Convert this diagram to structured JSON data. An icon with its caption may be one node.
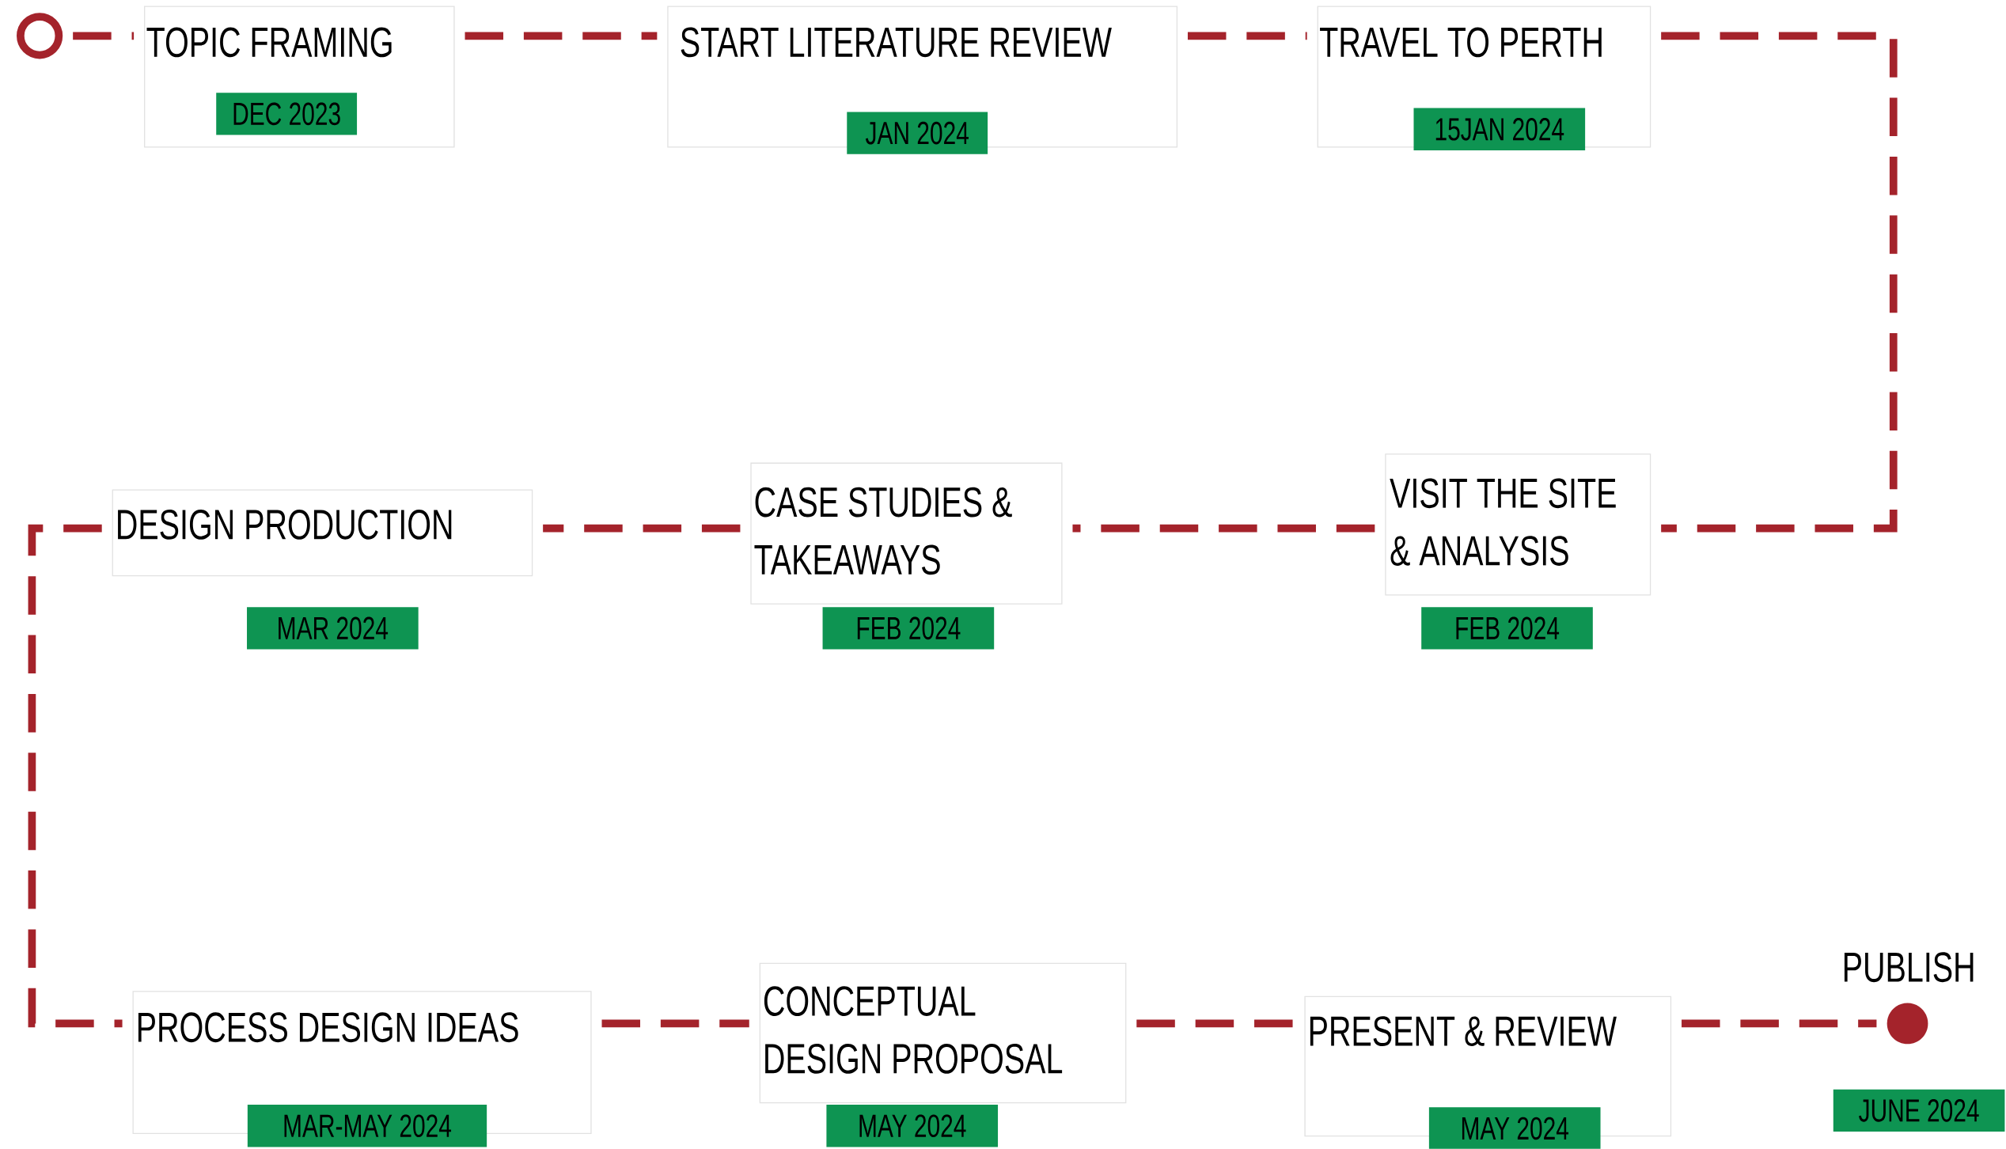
{
  "diagram": {
    "nodes": [
      {
        "text": [],
        "shape": "circle"
      },
      {
        "text": [
          "TOPIC FRAMING",
          "DEC 2023"
        ]
      },
      {
        "text": [
          "START LITERATURE REVIEW",
          "JAN 2024"
        ]
      },
      {
        "text": [
          "TRAVEL TO PERTH",
          "15JAN 2024"
        ]
      },
      {
        "text": [
          "VISIT THE SITE & ANALYSIS",
          "FEB 2024"
        ]
      },
      {
        "text": [
          "CASE STUDIES & TAKEAWAYS",
          "FEB 2024"
        ]
      },
      {
        "text": [
          "DESIGN PRODUCTION",
          "MAR 2024"
        ]
      },
      {
        "text": [
          "PROCESS DESIGN IDEAS",
          "MAR-MAY 2024"
        ]
      },
      {
        "text": [
          "CONCEPTUAL DESIGN PROPOSAL",
          "MAY 2024"
        ]
      },
      {
        "text": [
          "PRESENT & REVIEW",
          "MAY 2024"
        ]
      },
      {
        "text": [],
        "shape": "circle",
        "beside": [
          "PUBLISH",
          "JUNE 2024"
        ]
      }
    ],
    "edges": [
      {
        "from": 0,
        "to": 1,
        "arrow": "none",
        "style": "dashed",
        "color": "#a4232b"
      },
      {
        "from": 1,
        "to": 2,
        "arrow": "none",
        "style": "dashed",
        "color": "#a4232b"
      },
      {
        "from": 2,
        "to": 3,
        "arrow": "none",
        "style": "dashed",
        "color": "#a4232b"
      },
      {
        "from": 3,
        "to": 4,
        "arrow": "none",
        "style": "dashed",
        "color": "#a4232b"
      },
      {
        "from": 4,
        "to": 5,
        "arrow": "none",
        "style": "dashed",
        "color": "#a4232b"
      },
      {
        "from": 5,
        "to": 6,
        "arrow": "none",
        "style": "dashed",
        "color": "#a4232b"
      },
      {
        "from": 6,
        "to": 7,
        "arrow": "none",
        "style": "dashed",
        "color": "#a4232b"
      },
      {
        "from": 7,
        "to": 8,
        "arrow": "none",
        "style": "dashed",
        "color": "#a4232b"
      },
      {
        "from": 8,
        "to": 9,
        "arrow": "none",
        "style": "dashed",
        "color": "#a4232b"
      },
      {
        "from": 9,
        "to": 10,
        "arrow": "none",
        "style": "dashed",
        "color": "#a4232b"
      }
    ]
  }
}
